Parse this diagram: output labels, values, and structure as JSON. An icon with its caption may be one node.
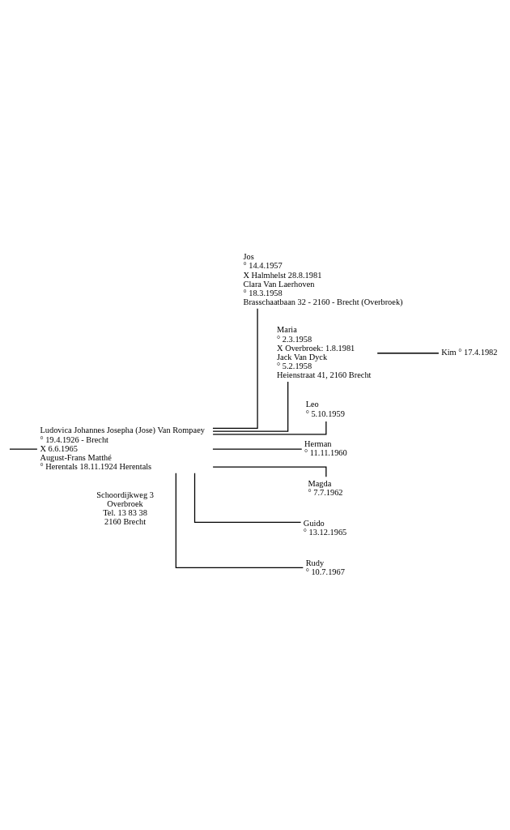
{
  "diagram": {
    "nodes": [
      {
        "text": [
          "Ludovica Johannes Josepha (Jose) Van Rompaey",
          "° 19.4.1926 - Brecht",
          "X 6.6.1965",
          "August-Frans Matthé",
          "° Herentals 18.11.1924 Herentals"
        ]
      },
      {
        "text": [
          "Jos",
          "° 14.4.1957",
          "X Halmhelst 28.8.1981",
          "Clara Van Laerhoven",
          "° 18.3.1958",
          "Brasschaatbaan 32 - 2160 - Brecht (Overbroek)"
        ]
      },
      {
        "text": [
          "Maria",
          "° 2.3.1958",
          "X Overbroek: 1.8.1981",
          "Jack Van Dyck",
          "° 5.2.1958",
          "Heienstraat 41, 2160 Brecht"
        ]
      },
      {
        "text": [
          "Leo",
          "° 5.10.1959"
        ]
      },
      {
        "text": [
          "Herman",
          "° 11.11.1960"
        ]
      },
      {
        "text": [
          "Magda",
          "° 7.7.1962"
        ]
      },
      {
        "text": [
          "Guido",
          "° 13.12.1965"
        ]
      },
      {
        "text": [
          "Rudy",
          "° 10.7.1967"
        ]
      },
      {
        "text": [
          "Kim ° 17.4.1982"
        ]
      }
    ],
    "edges": [
      {
        "from": null,
        "to": 0,
        "arrow": "none"
      },
      {
        "from": 0,
        "to": 1,
        "arrow": "none"
      },
      {
        "from": 0,
        "to": 2,
        "arrow": "none"
      },
      {
        "from": 0,
        "to": 3,
        "arrow": "none"
      },
      {
        "from": 0,
        "to": 4,
        "arrow": "none"
      },
      {
        "from": 0,
        "to": 5,
        "arrow": "none"
      },
      {
        "from": 0,
        "to": 6,
        "arrow": "none"
      },
      {
        "from": 0,
        "to": 7,
        "arrow": "none"
      },
      {
        "from": 2,
        "to": 8,
        "arrow": "none"
      }
    ],
    "labels": [
      "Schoordijkweg 3",
      "Overbroek",
      "Tel. 13 83 38",
      "2160 Brecht"
    ]
  }
}
